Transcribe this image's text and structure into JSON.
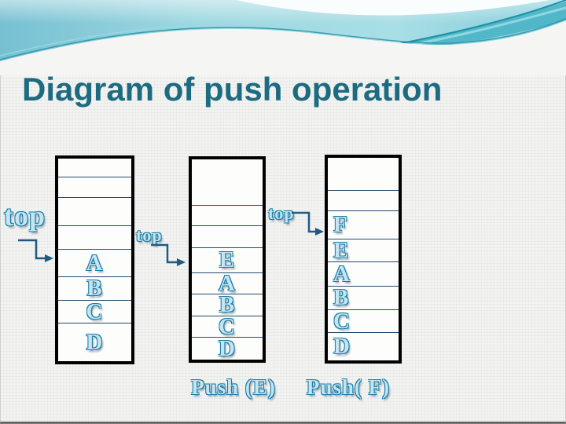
{
  "slide": {
    "title": "Diagram of push operation"
  },
  "colors": {
    "title_text": "#1d6b80",
    "arrow": "#1f5a80",
    "row_line": "#24496b",
    "stack_border": "#000000",
    "letter_fill": "#c2e6f4",
    "letter_outline": "#1a7ba4",
    "header_blue": "#76c0d2",
    "header_teal_accent": "#2e95aa"
  },
  "diagram": {
    "top_labels": [
      {
        "text": "top"
      },
      {
        "text": "top"
      },
      {
        "text": "top"
      }
    ],
    "stacks": [
      {
        "name": "stack-before-push",
        "cells": [
          "",
          "",
          "",
          "",
          "A",
          "B",
          "C",
          "D"
        ],
        "caption": ""
      },
      {
        "name": "stack-after-push-e",
        "cells": [
          "",
          "",
          "",
          "E",
          "A",
          "B",
          "C",
          "D"
        ],
        "caption": "Push (E)"
      },
      {
        "name": "stack-after-push-f",
        "cells": [
          "",
          "",
          "F",
          "E",
          "A",
          "B",
          "C",
          "D"
        ],
        "caption": "Push( F)"
      }
    ]
  }
}
